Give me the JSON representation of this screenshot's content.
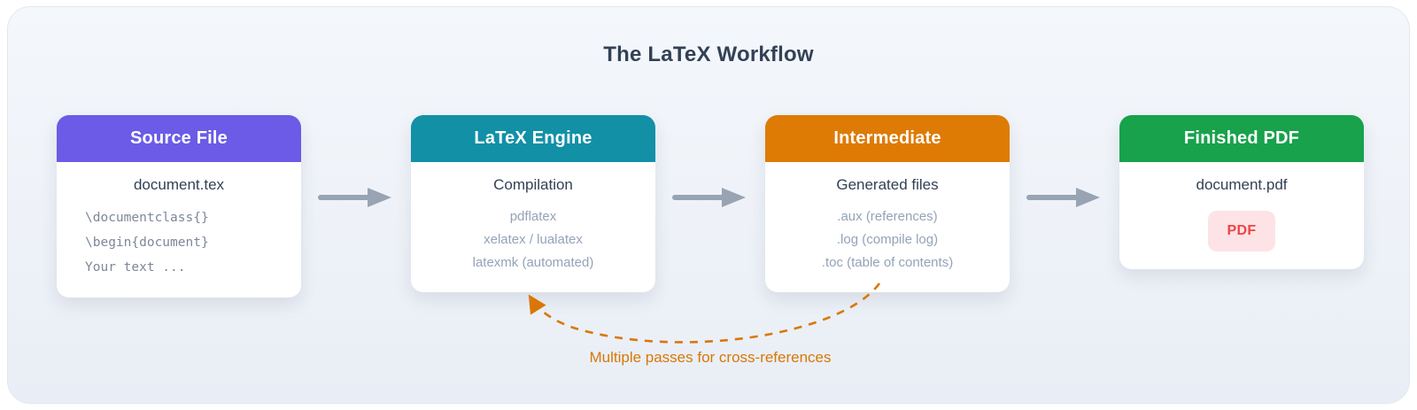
{
  "title": "The LaTeX Workflow",
  "cards": [
    {
      "header": "Source File",
      "primary": "document.tex",
      "lines": [
        "\\documentclass{}",
        "\\begin{document}",
        "Your text ..."
      ]
    },
    {
      "header": "LaTeX Engine",
      "primary": "Compilation",
      "lines": [
        "pdflatex",
        "xelatex / lualatex",
        "latexmk (automated)"
      ]
    },
    {
      "header": "Intermediate",
      "primary": "Generated files",
      "lines": [
        ".aux (references)",
        ".log (compile log)",
        ".toc (table of contents)"
      ]
    },
    {
      "header": "Finished PDF",
      "primary": "document.pdf",
      "badge": "PDF"
    }
  ],
  "feedback_label": "Multiple passes for cross-references",
  "colors": {
    "source_header": "#6B5BE6",
    "engine_header": "#1290A6",
    "intermediate_header": "#DE7B05",
    "pdf_header": "#17A24B",
    "arrow": "#98A4B4",
    "feedback": "#D97706",
    "badge_bg": "#FDE3E6",
    "badge_text": "#EF4444",
    "title_text": "#334155",
    "secondary_text": "#94A3B8"
  }
}
